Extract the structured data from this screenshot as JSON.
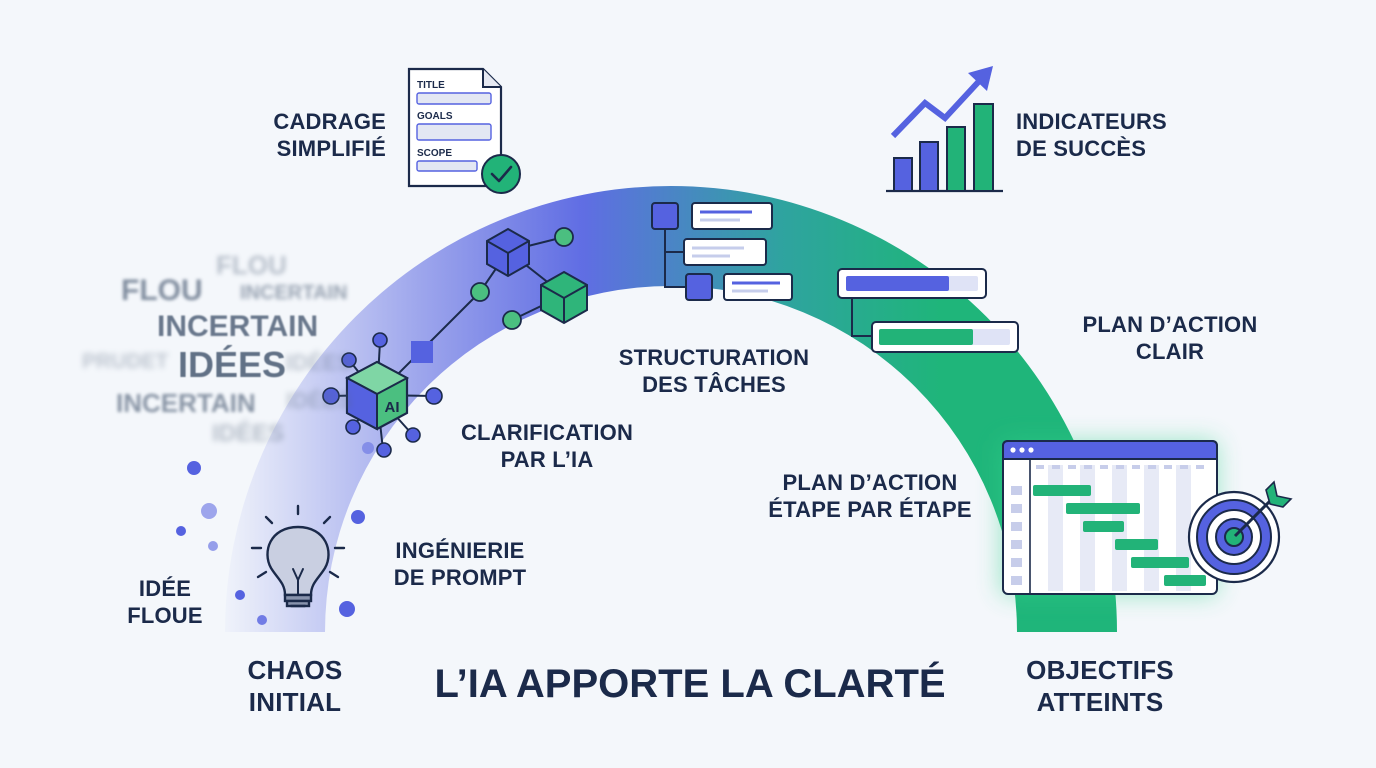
{
  "title": "L’IA APPORTE LA CLARTÉ",
  "blur_words": [
    "FLOU",
    "FLOU",
    "INCERTAIN",
    "INCERTAIN",
    "PRUDET",
    "IDÉES",
    "IDÉES",
    "INCERTAIN",
    "IDÉES",
    "IDÉES"
  ],
  "labels": {
    "chaos": "CHAOS\nINITIAL",
    "idee_floue": "IDÉE\nFLOUE",
    "prompt": "INGÉNIERIE\nDE PROMPT",
    "clarification": "CLARIFICATION\nPAR L’IA",
    "cadrage": "CADRAGE\nSIMPLIFIÉ",
    "structuration": "STRUCTURATION\nDES TÂCHES",
    "indicateurs": "INDICATEURS\nDE SUCCÈS",
    "plan_clair": "PLAN D’ACTION\nCLAIR",
    "plan_etape": "PLAN D’ACTION\nÉTAPE PAR ÉTAPE",
    "objectifs": "OBJECTIFS\nATTEINTS"
  },
  "icons": {
    "document": {
      "fields": [
        "TITLE",
        "GOALS",
        "SCOPE"
      ]
    },
    "ai_chip": {
      "text": "AI"
    }
  },
  "colors": {
    "blue": "#5562e0",
    "green": "#1fb57a",
    "dark": "#1b2a4a"
  }
}
